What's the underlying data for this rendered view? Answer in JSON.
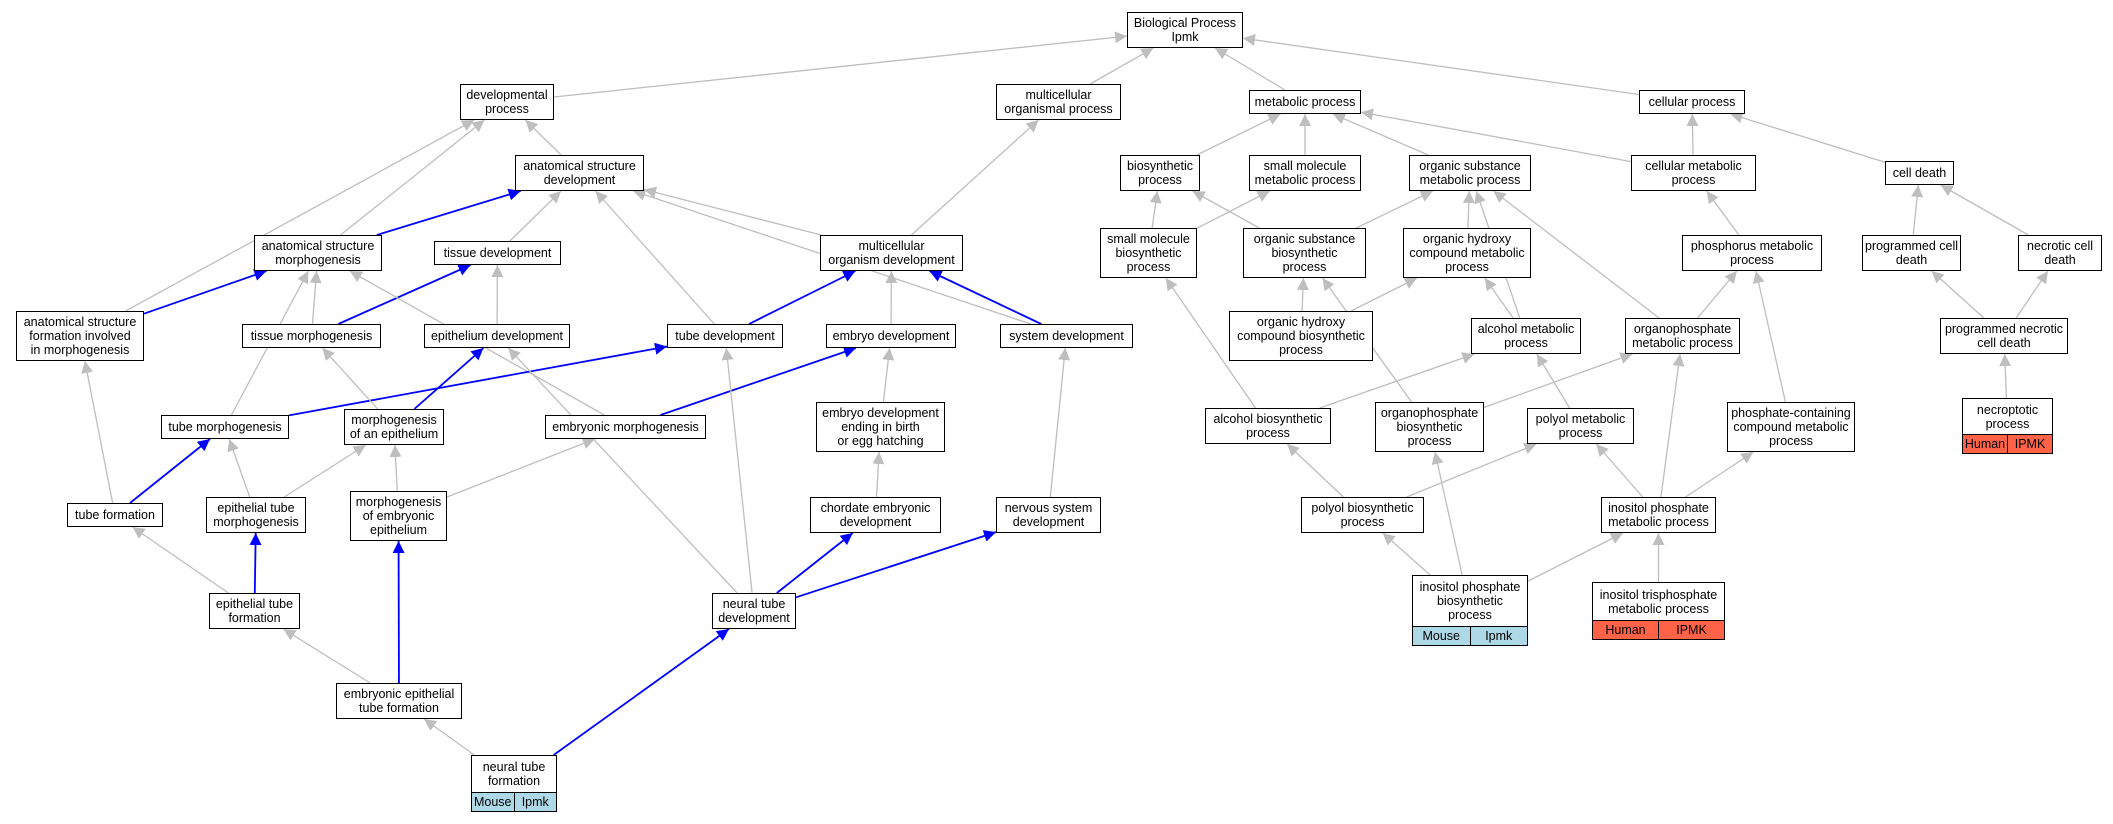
{
  "colors": {
    "edge_default": "#bebebe",
    "edge_highlight": "#0000ff",
    "mouse_fill": "#add8e6",
    "human_fill": "#ff6347"
  },
  "nodes": [
    {
      "id": "bp",
      "lines": [
        "Biological Process",
        "Ipmk"
      ]
    },
    {
      "id": "dev",
      "lines": [
        "developmental",
        "process"
      ]
    },
    {
      "id": "mop",
      "lines": [
        "multicellular",
        "organismal process"
      ]
    },
    {
      "id": "met",
      "lines": [
        "metabolic process"
      ]
    },
    {
      "id": "cel",
      "lines": [
        "cellular process"
      ]
    },
    {
      "id": "asd",
      "lines": [
        "anatomical structure",
        "development"
      ]
    },
    {
      "id": "bio",
      "lines": [
        "biosynthetic",
        "process"
      ]
    },
    {
      "id": "smm",
      "lines": [
        "small molecule",
        "metabolic process"
      ]
    },
    {
      "id": "osm",
      "lines": [
        "organic substance",
        "metabolic process"
      ]
    },
    {
      "id": "cmp",
      "lines": [
        "cellular metabolic",
        "process"
      ]
    },
    {
      "id": "cd",
      "lines": [
        "cell death"
      ]
    },
    {
      "id": "asm",
      "lines": [
        "anatomical structure",
        "morphogenesis"
      ]
    },
    {
      "id": "td",
      "lines": [
        "tissue development"
      ]
    },
    {
      "id": "mod",
      "lines": [
        "multicellular",
        "organism development"
      ]
    },
    {
      "id": "smb",
      "lines": [
        "small molecule",
        "biosynthetic",
        "process"
      ]
    },
    {
      "id": "osb",
      "lines": [
        "organic substance",
        "biosynthetic",
        "process"
      ]
    },
    {
      "id": "ohc",
      "lines": [
        "organic hydroxy",
        "compound metabolic",
        "process"
      ]
    },
    {
      "id": "phm",
      "lines": [
        "phosphorus metabolic",
        "process"
      ]
    },
    {
      "id": "pcd",
      "lines": [
        "programmed cell",
        "death"
      ]
    },
    {
      "id": "ncd",
      "lines": [
        "necrotic cell",
        "death"
      ]
    },
    {
      "id": "asf",
      "lines": [
        "anatomical structure",
        "formation involved",
        "in morphogenesis"
      ]
    },
    {
      "id": "tm",
      "lines": [
        "tissue morphogenesis"
      ]
    },
    {
      "id": "epd",
      "lines": [
        "epithelium development"
      ]
    },
    {
      "id": "tud",
      "lines": [
        "tube development"
      ]
    },
    {
      "id": "emd",
      "lines": [
        "embryo development"
      ]
    },
    {
      "id": "syd",
      "lines": [
        "system development"
      ]
    },
    {
      "id": "ohb",
      "lines": [
        "organic hydroxy",
        "compound biosynthetic",
        "process"
      ]
    },
    {
      "id": "alm",
      "lines": [
        "alcohol metabolic",
        "process"
      ]
    },
    {
      "id": "opm",
      "lines": [
        "organophosphate",
        "metabolic process"
      ]
    },
    {
      "id": "pnd",
      "lines": [
        "programmed necrotic",
        "cell death"
      ]
    },
    {
      "id": "tum",
      "lines": [
        "tube morphogenesis"
      ]
    },
    {
      "id": "moe",
      "lines": [
        "morphogenesis",
        "of an epithelium"
      ]
    },
    {
      "id": "emm",
      "lines": [
        "embryonic morphogenesis"
      ]
    },
    {
      "id": "ede",
      "lines": [
        "embryo development",
        "ending in birth",
        "or egg hatching"
      ]
    },
    {
      "id": "alb",
      "lines": [
        "alcohol biosynthetic",
        "process"
      ]
    },
    {
      "id": "opb",
      "lines": [
        "organophosphate",
        "biosynthetic",
        "process"
      ]
    },
    {
      "id": "pom",
      "lines": [
        "polyol metabolic",
        "process"
      ]
    },
    {
      "id": "pcc",
      "lines": [
        "phosphate-containing",
        "compound metabolic",
        "process"
      ]
    },
    {
      "id": "nec",
      "lines": [
        "necroptotic",
        "process"
      ],
      "tags": [
        "Human",
        "IPMK"
      ],
      "tag_color": "#ff6347"
    },
    {
      "id": "tuf",
      "lines": [
        "tube formation"
      ]
    },
    {
      "id": "etm",
      "lines": [
        "epithelial tube",
        "morphogenesis"
      ]
    },
    {
      "id": "mee",
      "lines": [
        "morphogenesis",
        "of embryonic",
        "epithelium"
      ]
    },
    {
      "id": "ced",
      "lines": [
        "chordate embryonic",
        "development"
      ]
    },
    {
      "id": "nsd",
      "lines": [
        "nervous system",
        "development"
      ]
    },
    {
      "id": "pob",
      "lines": [
        "polyol biosynthetic",
        "process"
      ]
    },
    {
      "id": "ipm",
      "lines": [
        "inositol phosphate",
        "metabolic process"
      ]
    },
    {
      "id": "etf",
      "lines": [
        "epithelial tube",
        "formation"
      ]
    },
    {
      "id": "ntd",
      "lines": [
        "neural tube",
        "development"
      ]
    },
    {
      "id": "ipb",
      "lines": [
        "inositol phosphate",
        "biosynthetic",
        "process"
      ],
      "tags": [
        "Mouse",
        "Ipmk"
      ],
      "tag_color": "#add8e6"
    },
    {
      "id": "itm",
      "lines": [
        "inositol trisphosphate",
        "metabolic process"
      ],
      "tags": [
        "Human",
        "IPMK"
      ],
      "tag_color": "#ff6347"
    },
    {
      "id": "eetf",
      "lines": [
        "embryonic epithelial",
        "tube formation"
      ]
    },
    {
      "id": "ntf",
      "lines": [
        "neural tube",
        "formation"
      ],
      "tags": [
        "Mouse",
        "Ipmk"
      ],
      "tag_color": "#add8e6"
    }
  ],
  "edges": [
    {
      "from": "dev",
      "to": "bp"
    },
    {
      "from": "mop",
      "to": "bp"
    },
    {
      "from": "met",
      "to": "bp"
    },
    {
      "from": "cel",
      "to": "bp"
    },
    {
      "from": "asd",
      "to": "dev"
    },
    {
      "from": "asm",
      "to": "dev"
    },
    {
      "from": "asf",
      "to": "dev"
    },
    {
      "from": "mod",
      "to": "mop"
    },
    {
      "from": "mod",
      "to": "asd"
    },
    {
      "from": "bio",
      "to": "met"
    },
    {
      "from": "smm",
      "to": "met"
    },
    {
      "from": "osm",
      "to": "met"
    },
    {
      "from": "cmp",
      "to": "met"
    },
    {
      "from": "cmp",
      "to": "cel"
    },
    {
      "from": "cd",
      "to": "cel"
    },
    {
      "from": "asm",
      "to": "asd",
      "hl": true
    },
    {
      "from": "td",
      "to": "asd"
    },
    {
      "from": "tud",
      "to": "asd"
    },
    {
      "from": "syd",
      "to": "asd"
    },
    {
      "from": "smb",
      "to": "bio"
    },
    {
      "from": "smb",
      "to": "smm"
    },
    {
      "from": "osb",
      "to": "bio"
    },
    {
      "from": "osb",
      "to": "osm"
    },
    {
      "from": "ohc",
      "to": "osm"
    },
    {
      "from": "alm",
      "to": "osm"
    },
    {
      "from": "opm",
      "to": "osm"
    },
    {
      "from": "phm",
      "to": "cmp"
    },
    {
      "from": "pcd",
      "to": "cd"
    },
    {
      "from": "ncd",
      "to": "cd"
    },
    {
      "from": "asf",
      "to": "asm",
      "hl": true
    },
    {
      "from": "tm",
      "to": "asm"
    },
    {
      "from": "tm",
      "to": "td",
      "hl": true
    },
    {
      "from": "epd",
      "to": "td"
    },
    {
      "from": "tud",
      "to": "mod",
      "hl": true
    },
    {
      "from": "emd",
      "to": "mod"
    },
    {
      "from": "syd",
      "to": "mod",
      "hl": true
    },
    {
      "from": "tum",
      "to": "asm"
    },
    {
      "from": "emm",
      "to": "asm"
    },
    {
      "from": "ohb",
      "to": "osb"
    },
    {
      "from": "ohb",
      "to": "ohc"
    },
    {
      "from": "alm",
      "to": "ohc"
    },
    {
      "from": "opm",
      "to": "phm"
    },
    {
      "from": "pcc",
      "to": "phm"
    },
    {
      "from": "pnd",
      "to": "pcd"
    },
    {
      "from": "pnd",
      "to": "ncd"
    },
    {
      "from": "nec",
      "to": "pnd"
    },
    {
      "from": "tum",
      "to": "tud",
      "hl": true
    },
    {
      "from": "moe",
      "to": "tm"
    },
    {
      "from": "moe",
      "to": "epd",
      "hl": true
    },
    {
      "from": "emm",
      "to": "emd",
      "hl": true
    },
    {
      "from": "ede",
      "to": "emd"
    },
    {
      "from": "alb",
      "to": "smb"
    },
    {
      "from": "alb",
      "to": "alm"
    },
    {
      "from": "opb",
      "to": "osb"
    },
    {
      "from": "opb",
      "to": "opm"
    },
    {
      "from": "pom",
      "to": "alm"
    },
    {
      "from": "tuf",
      "to": "asf"
    },
    {
      "from": "tuf",
      "to": "tum",
      "hl": true
    },
    {
      "from": "etm",
      "to": "tum"
    },
    {
      "from": "etm",
      "to": "moe"
    },
    {
      "from": "mee",
      "to": "moe"
    },
    {
      "from": "mee",
      "to": "emm"
    },
    {
      "from": "ced",
      "to": "ede"
    },
    {
      "from": "nsd",
      "to": "syd"
    },
    {
      "from": "pob",
      "to": "alb"
    },
    {
      "from": "pob",
      "to": "pom"
    },
    {
      "from": "ipm",
      "to": "opm"
    },
    {
      "from": "ipm",
      "to": "pom"
    },
    {
      "from": "ipm",
      "to": "pcc"
    },
    {
      "from": "etf",
      "to": "tuf"
    },
    {
      "from": "etf",
      "to": "etm",
      "hl": true
    },
    {
      "from": "ntd",
      "to": "epd"
    },
    {
      "from": "ntd",
      "to": "tud"
    },
    {
      "from": "ntd",
      "to": "ced",
      "hl": true
    },
    {
      "from": "ntd",
      "to": "nsd",
      "hl": true
    },
    {
      "from": "ipb",
      "to": "opb"
    },
    {
      "from": "ipb",
      "to": "pob"
    },
    {
      "from": "ipb",
      "to": "ipm"
    },
    {
      "from": "itm",
      "to": "ipm"
    },
    {
      "from": "eetf",
      "to": "etf"
    },
    {
      "from": "eetf",
      "to": "mee",
      "hl": true
    },
    {
      "from": "ntf",
      "to": "eetf"
    },
    {
      "from": "ntf",
      "to": "ntd",
      "hl": true
    }
  ]
}
